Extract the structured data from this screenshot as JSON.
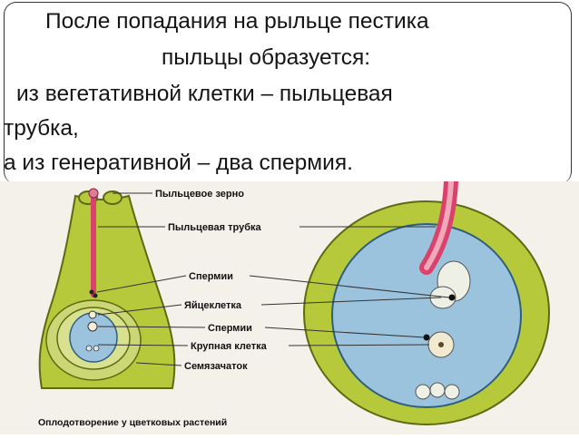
{
  "text": {
    "line1": "После попадания на рыльце пестика",
    "line2": "пыльцы образуется:",
    "line3": "из вегетативной клетки – пыльцевая",
    "line4": "трубка,",
    "line5": "а из генеративной – два спермия."
  },
  "diagram": {
    "labels": {
      "pollen_grain": "Пыльцевое зерно",
      "pollen_tube": "Пыльцевая трубка",
      "sperm_top": "Спермии",
      "egg_cell": "Яйцеклетка",
      "sperm_bottom": "Спермии",
      "large_cell": "Крупная клетка",
      "ovule": "Семязачаток"
    },
    "caption": "Оплодотворение у цветковых растений"
  },
  "colors": {
    "pistil": "#b6c93a",
    "pistil_outline": "#5c6b12",
    "ovule_blue": "#9cc3dd",
    "tube_pink": "#d9436b",
    "background": "#ffffff"
  }
}
